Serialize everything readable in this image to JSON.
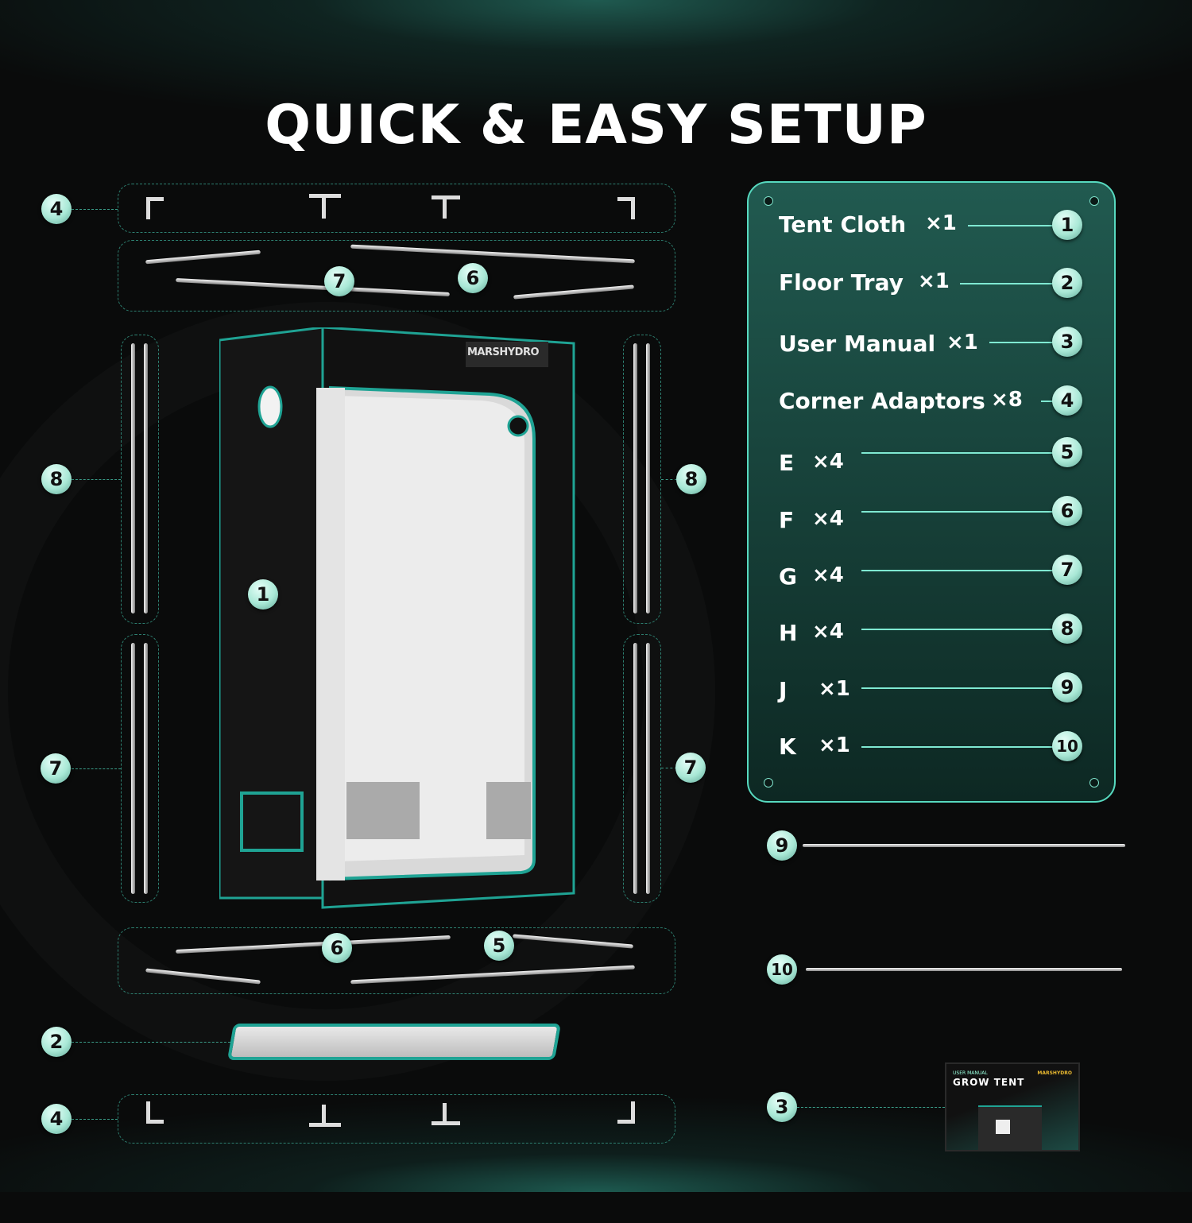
{
  "title": "QUICK & EASY SETUP",
  "brand": "MARSHYDRO",
  "parts": [
    {
      "name": "Tent Cloth",
      "qty": "×1",
      "num": "1"
    },
    {
      "name": "Floor Tray",
      "qty": "×1",
      "num": "2"
    },
    {
      "name": "User Manual",
      "qty": "×1",
      "num": "3"
    },
    {
      "name": "Corner Adaptors",
      "qty": "×8",
      "num": "4"
    },
    {
      "name": "E",
      "qty": "×4",
      "num": "5"
    },
    {
      "name": "F",
      "qty": "×4",
      "num": "6"
    },
    {
      "name": "G",
      "qty": "×4",
      "num": "7"
    },
    {
      "name": "H",
      "qty": "×4",
      "num": "8"
    },
    {
      "name": "J",
      "qty": "×1",
      "num": "9"
    },
    {
      "name": "K",
      "qty": "×1",
      "num": "10"
    }
  ],
  "manual": {
    "subtitle": "USER MANUAL",
    "title": "GROW TENT",
    "brand": "MARSHYDRO"
  },
  "colors": {
    "accent": "#57d9bf",
    "panel": "#215a50",
    "background": "#0a0b0b"
  }
}
